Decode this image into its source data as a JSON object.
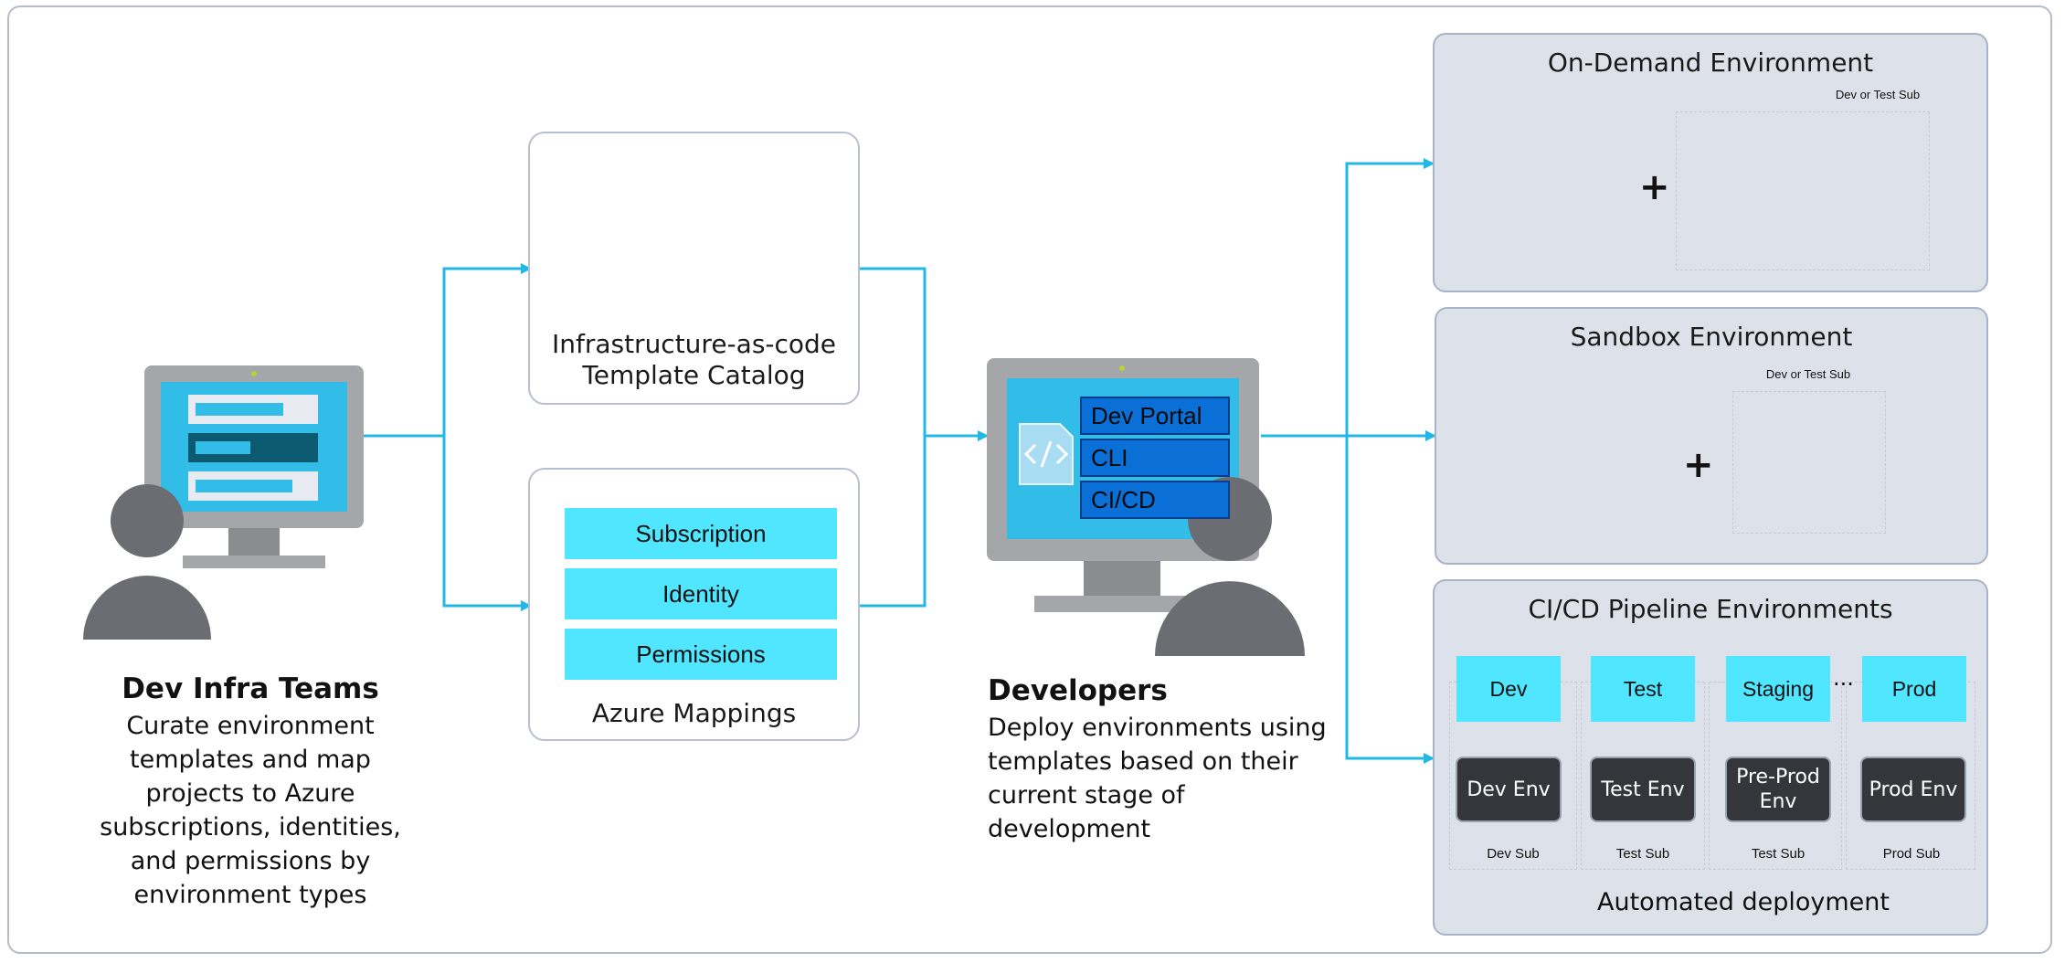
{
  "colors": {
    "arrow": "#22b8e6",
    "accent_cyan": "#50e6ff",
    "panel_bg": "#dde1ea",
    "env_dark": "#34363b",
    "menu_blue": "#0a6fd6",
    "person_gray": "#6b6d72",
    "automation_purple": "#8a2dab"
  },
  "dev_infra": {
    "title": "Dev Infra Teams",
    "description": "Curate environment templates and map projects to Azure subscriptions, identities, and permissions by environment types"
  },
  "template_catalog": {
    "label_line1": "Infrastructure-as-code",
    "label_line2": "Template Catalog",
    "icons": [
      "key-vault-icon",
      "kubernetes-icon",
      "cosmos-db-icon",
      "cloud-service-icon",
      "api-connection-icon"
    ]
  },
  "azure_mappings": {
    "items": [
      "Subscription",
      "Identity",
      "Permissions"
    ],
    "label": "Azure Mappings"
  },
  "developers": {
    "title": "Developers",
    "description": "Deploy environments using templates based on their current stage of development",
    "menu": [
      "Dev Portal",
      "CLI",
      "CI/CD"
    ]
  },
  "on_demand": {
    "title": "On-Demand Environment",
    "sub_label": "Dev or Test Sub",
    "plus": "+"
  },
  "sandbox": {
    "title": "Sandbox Environment",
    "sub_label": "Dev or Test Sub",
    "plus": "+"
  },
  "pipeline": {
    "title": "CI/CD Pipeline Environments",
    "stages": [
      "Dev",
      "Test",
      "Staging",
      "Prod"
    ],
    "ellipsis": "...",
    "envs": [
      "Dev Env",
      "Test Env",
      "Pre-Prod Env",
      "Prod Env"
    ],
    "subs": [
      "Dev Sub",
      "Test Sub",
      "Test Sub",
      "Prod Sub"
    ],
    "automation_label": "Automated deployment"
  }
}
